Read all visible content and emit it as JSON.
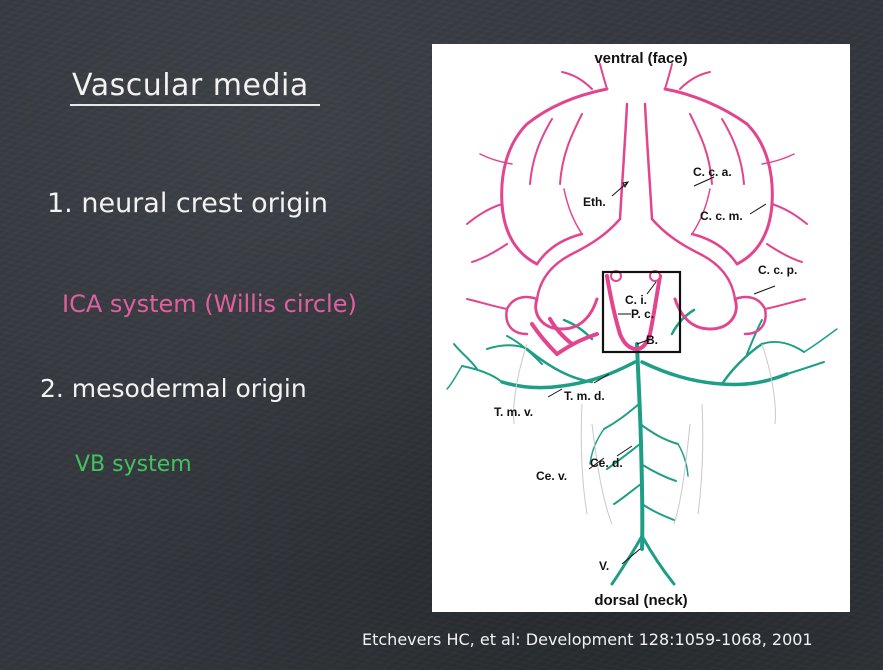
{
  "slide": {
    "title": "Vascular media",
    "item1": "1. neural crest origin",
    "ica_system": "ICA system (Willis circle)",
    "item2": "2. mesodermal origin",
    "vb_system": "VB system",
    "citation": "Etchevers HC, et al: Development 128:1059-1068, 2001"
  },
  "figure": {
    "top_label": "ventral (face)",
    "bottom_label": "dorsal (neck)",
    "labels": {
      "eth": "Eth.",
      "cca": "C. c. a.",
      "ccm": "C. c. m.",
      "ccp": "C. c. p.",
      "ci": "C. i.",
      "pc": "P. c.",
      "b": "B.",
      "tmd": "T. m. d.",
      "tmv": "T. m. v.",
      "ced": "Ce. d.",
      "cev": "Ce. v.",
      "v": "V."
    }
  },
  "colors": {
    "neural_crest_vessels": "#e2458e",
    "mesodermal_vessels": "#1f9e86",
    "ica_text": "#e0609e",
    "vb_text": "#43c25e"
  }
}
